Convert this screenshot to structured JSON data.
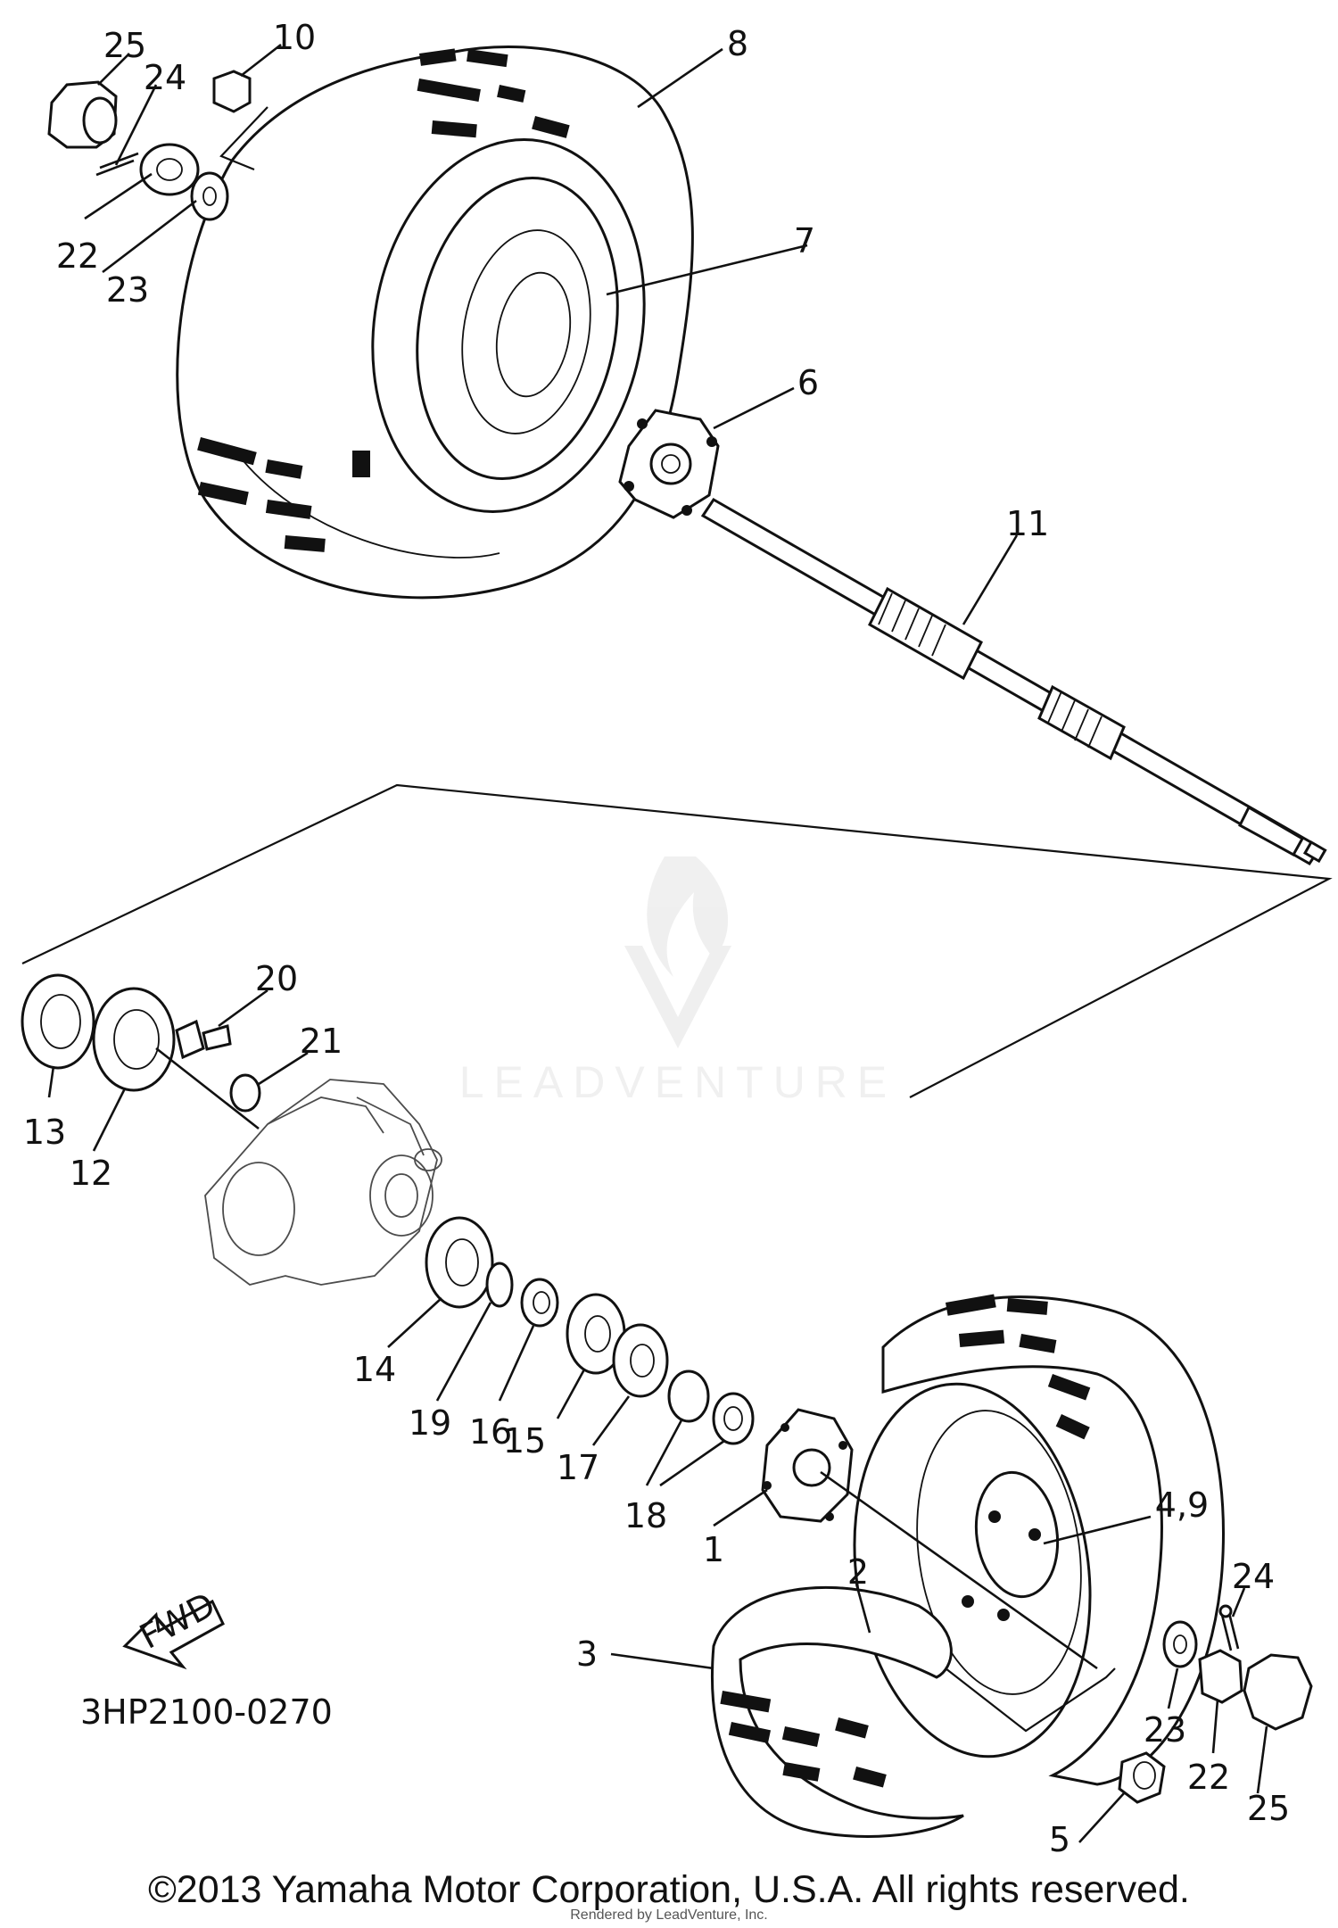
{
  "diagram": {
    "part_labels": [
      "1",
      "2",
      "3",
      "4,9",
      "5",
      "6",
      "7",
      "8",
      "10",
      "11",
      "12",
      "13",
      "14",
      "15",
      "16",
      "17",
      "18",
      "19",
      "20",
      "21",
      "22",
      "23",
      "24",
      "25"
    ],
    "repeat_labels": [
      "22",
      "23",
      "24",
      "25"
    ],
    "direction_arrow": "FWD",
    "drawing_code": "3HP2100-0270"
  },
  "watermark": {
    "text": "LEADVENTURE"
  },
  "footer": {
    "copyright": "©2013 Yamaha Motor Corporation, U.S.A. All rights reserved.",
    "rendered_by": "Rendered by LeadVenture, Inc."
  }
}
